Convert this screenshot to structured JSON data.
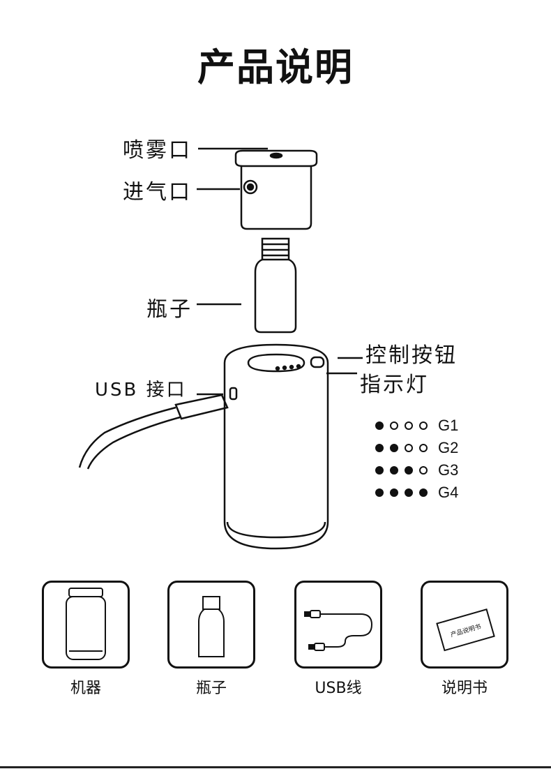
{
  "title": "产品说明",
  "labels": {
    "nozzle": "喷雾口",
    "air_inlet": "进气口",
    "bottle": "瓶子",
    "control_button": "控制按钮",
    "indicator": "指示灯",
    "usb_port": "USB 接口"
  },
  "levels": [
    {
      "name": "G1",
      "on": 1
    },
    {
      "name": "G2",
      "on": 2
    },
    {
      "name": "G3",
      "on": 3
    },
    {
      "name": "G4",
      "on": 4
    }
  ],
  "contents": [
    {
      "label": "机器",
      "icon": "machine-icon"
    },
    {
      "label": "瓶子",
      "icon": "bottle-icon"
    },
    {
      "label": "USB线",
      "icon": "usb-cable-icon"
    },
    {
      "label": "说明书",
      "icon": "manual-icon"
    }
  ],
  "manual_icon_text": "产品说明书"
}
